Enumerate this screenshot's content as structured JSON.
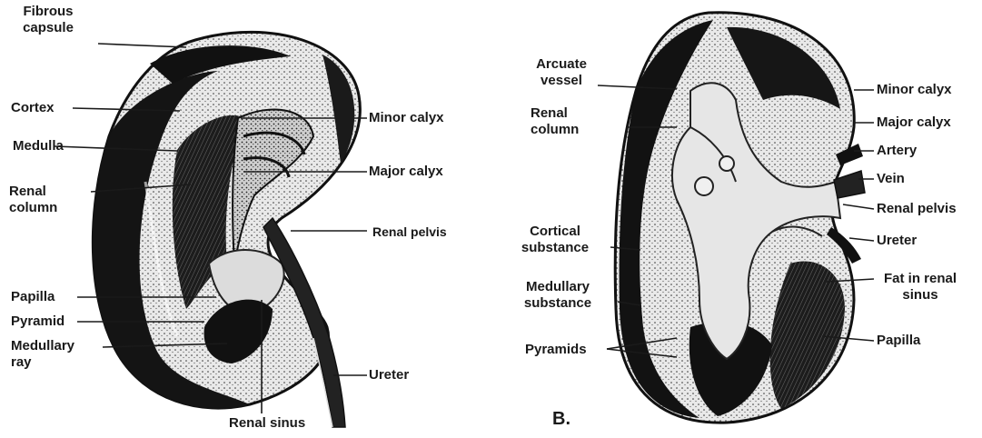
{
  "figure_a": {
    "labels": {
      "fibrous_capsule": "Fibrous\ncapsule",
      "cortex": "Cortex",
      "medulla": "Medulla",
      "renal_column": "Renal\ncolumn",
      "papilla": "Papilla",
      "pyramid": "Pyramid",
      "medullary_ray": "Medullary\nray",
      "minor_calyx": "Minor calyx",
      "major_calyx": "Major calyx",
      "renal_pelvis": "Renal pelvis",
      "ureter": "Ureter",
      "renal_sinus": "Renal sinus"
    }
  },
  "figure_b": {
    "letter": "B.",
    "labels": {
      "arcuate_vessel": "Arcuate\nvessel",
      "renal_column": "Renal\ncolumn",
      "cortical_substance": "Cortical\nsubstance",
      "medullary_substance": "Medullary\nsubstance",
      "pyramids": "Pyramids",
      "minor_calyx": "Minor calyx",
      "major_calyx": "Major calyx",
      "artery": "Artery",
      "vein": "Vein",
      "renal_pelvis": "Renal pelvis",
      "ureter": "Ureter",
      "fat_in_renal_sinus": "Fat in renal\nsinus",
      "papilla": "Papilla"
    }
  }
}
